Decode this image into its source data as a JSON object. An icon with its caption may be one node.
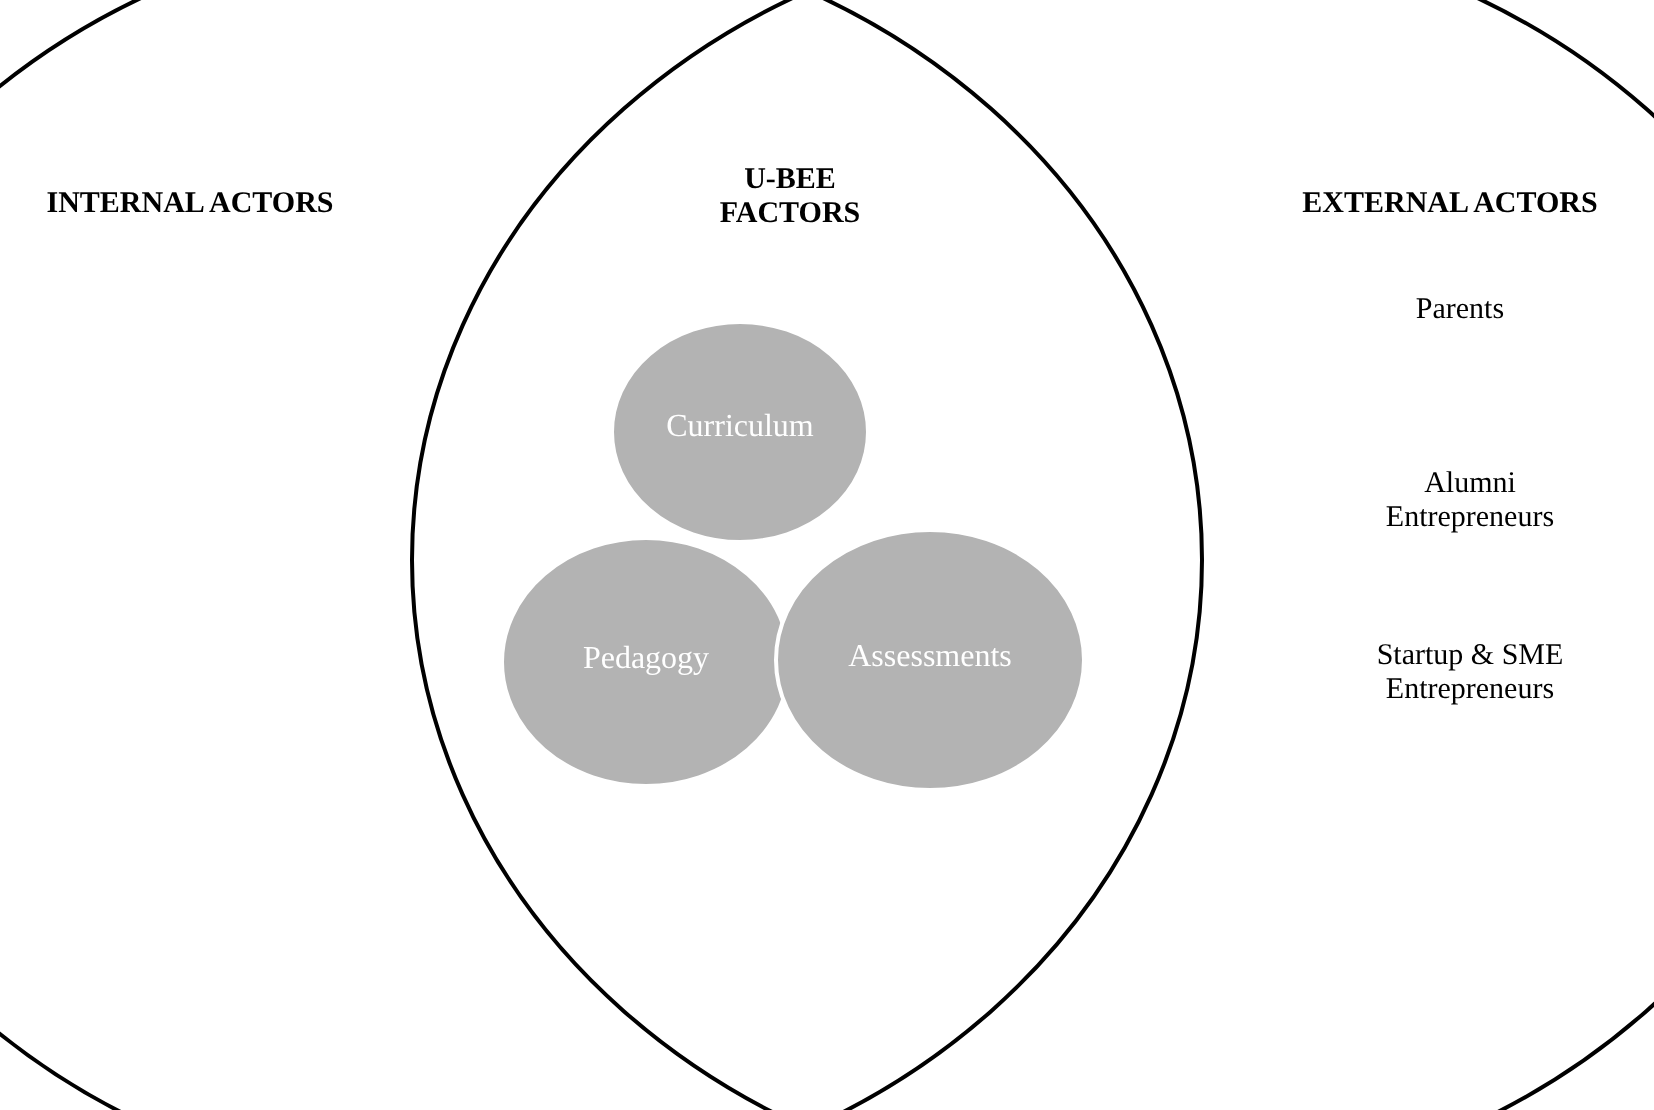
{
  "diagram": {
    "nodes": [
      {
        "text": [
          "INTERNAL ACTORS"
        ]
      },
      {
        "text": [
          "EXTERNAL ACTORS",
          "Parents",
          "Alumni Entrepreneurs",
          "Startup & SME Entrepreneurs"
        ]
      },
      {
        "text": [
          "Curriculum"
        ]
      },
      {
        "text": [
          "Pedagogy"
        ]
      },
      {
        "text": [
          "Assessments"
        ]
      }
    ],
    "labels": [
      "U-BEE FACTORS"
    ]
  }
}
